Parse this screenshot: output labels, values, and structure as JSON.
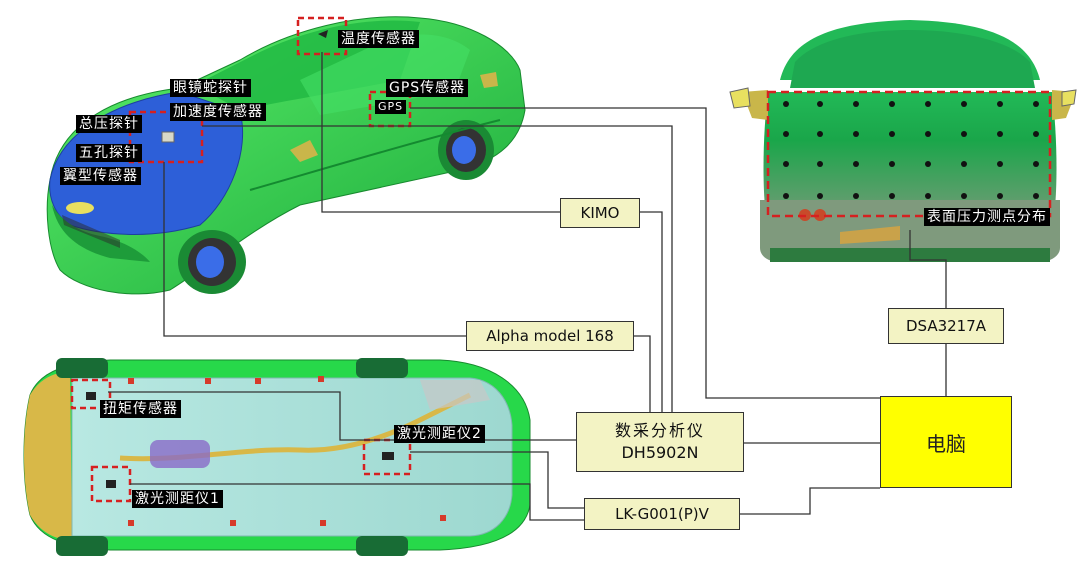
{
  "labels": {
    "temperature_sensor": "温度传感器",
    "gps_sensor": "GPS传感器",
    "gps_tag": "GPS",
    "cobra_probe": "眼镜蛇探针",
    "acceleration_sensor": "加速度传感器",
    "total_pressure_probe": "总压探针",
    "five_hole_probe": "五孔探针",
    "airfoil_sensor": "翼型传感器",
    "surface_pressure_distribution": "表面压力测点分布",
    "torque_sensor": "扭矩传感器",
    "laser_rangefinder_2": "激光测距仪2",
    "laser_rangefinder_1": "激光测距仪1"
  },
  "boxes": {
    "kimo": "KIMO",
    "alpha": "Alpha model 168",
    "dsa": "DSA3217A",
    "daq_line1": "数采分析仪",
    "daq_line2": "DH5902N",
    "lk": "LK-G001(P)V",
    "computer": "电脑"
  },
  "colors": {
    "car_body": "#27d84a",
    "hood_blue": "#2d5fd8",
    "underbody_teal": "#a8e0da",
    "rear_dark": "#178a45",
    "highlight_red": "#d62020",
    "instrument_box": "#f3f3c4",
    "computer_box": "#ffff00"
  }
}
